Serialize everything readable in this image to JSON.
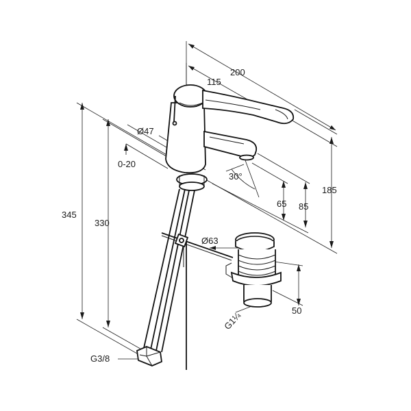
{
  "diagram": {
    "dimensions": {
      "overall_length": "200",
      "lever_reach": "115",
      "body_diameter": "Ø47",
      "popup_travel": "0-20",
      "spout_angle": "30°",
      "spout_height": "65",
      "outlet_height": "85",
      "total_height_right": "185",
      "hose_length_outer": "345",
      "hose_length_inner": "330",
      "waste_diameter": "Ø63",
      "waste_height": "50",
      "waste_thread": "G1¼",
      "hose_thread": "G3/8"
    }
  }
}
